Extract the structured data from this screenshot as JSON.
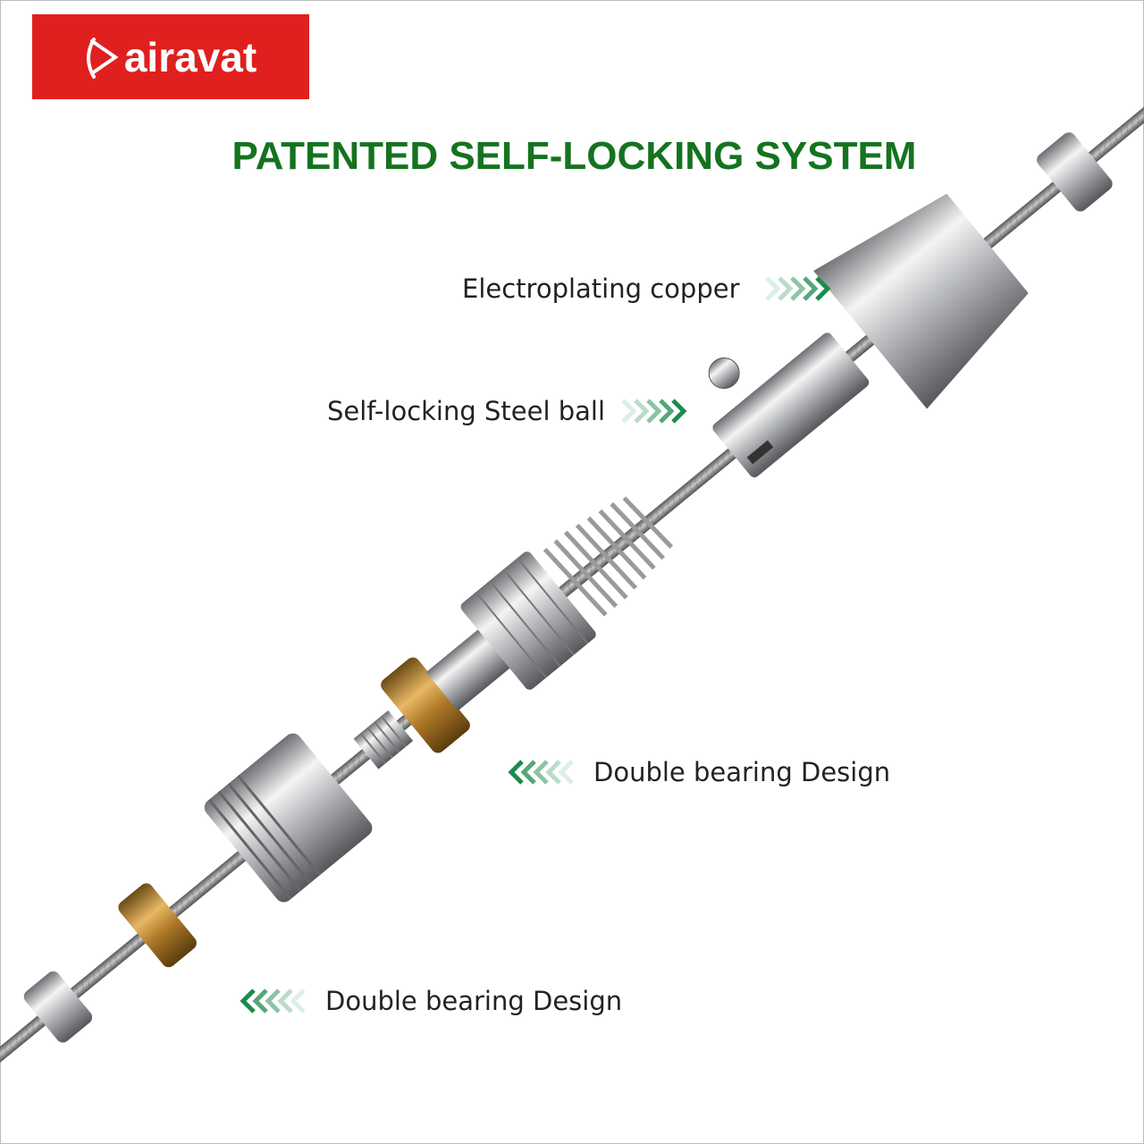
{
  "brand": {
    "name": "airavat",
    "color": "#e0201f"
  },
  "title": "PATENTED SELF-LOCKING SYSTEM",
  "title_color": "#15731f",
  "callouts": [
    {
      "text": "Electroplating copper",
      "arrow": "chevrons-right-icon"
    },
    {
      "text": "Self-locking Steel ball",
      "arrow": "chevrons-right-icon"
    },
    {
      "text": "Double bearing Design",
      "arrow": "chevrons-left-icon"
    },
    {
      "text": "Double bearing Design",
      "arrow": "chevrons-left-icon"
    }
  ],
  "accent": "#1c8a4e"
}
